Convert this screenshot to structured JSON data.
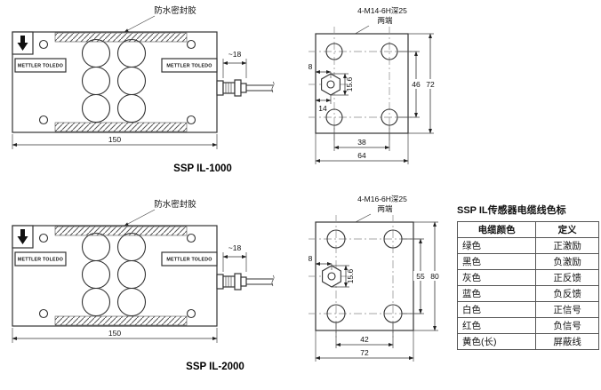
{
  "figures": {
    "il1000": {
      "title": "SSP IL-1000",
      "side": {
        "seal_label": "防水密封胶",
        "brand_left": "METTLER TOLEDO",
        "brand_right": "METTLER TOLEDO",
        "cable_dim": "~18",
        "width_dim": "150"
      },
      "end": {
        "thread_label": "4-M14-6H深25",
        "ends_label": "两端",
        "dims": {
          "edge_offset": "8",
          "hex_width": "15.6",
          "hex_offset": "14",
          "hole_spacing_v": "46",
          "height": "72",
          "hole_spacing_h": "38",
          "width": "64"
        }
      }
    },
    "il2000": {
      "title": "SSP IL-2000",
      "side": {
        "seal_label": "防水密封胶",
        "brand_left": "METTLER TOLEDO",
        "brand_right": "METTLER TOLEDO",
        "cable_dim": "~18",
        "width_dim": "150"
      },
      "end": {
        "thread_label": "4-M16-6H深25",
        "ends_label": "两端",
        "dims": {
          "edge_offset": "8",
          "hex_width": "15.6",
          "hole_spacing_v": "55",
          "height": "80",
          "hole_spacing_h": "42",
          "width": "72"
        }
      }
    }
  },
  "cable_table": {
    "title": "SSP IL传感器电缆线色标",
    "headers": [
      "电缆颜色",
      "定义"
    ],
    "rows": [
      [
        "绿色",
        "正激励"
      ],
      [
        "黑色",
        "负激励"
      ],
      [
        "灰色",
        "正反馈"
      ],
      [
        "蓝色",
        "负反馈"
      ],
      [
        "白色",
        "正信号"
      ],
      [
        "红色",
        "负信号"
      ],
      [
        "黄色(长)",
        "屏蔽线"
      ]
    ]
  }
}
